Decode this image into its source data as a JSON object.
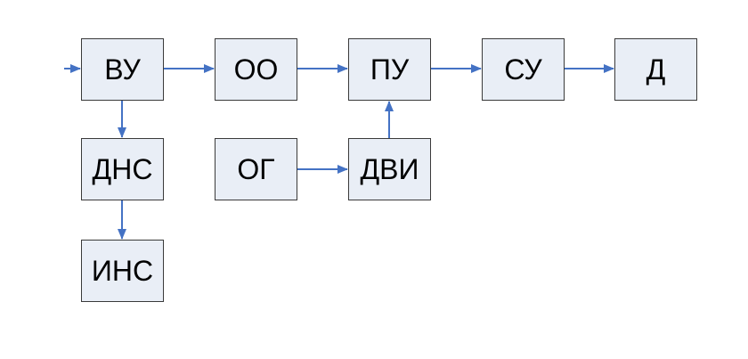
{
  "diagram": {
    "nodes": {
      "vu": "ВУ",
      "oo": "ОО",
      "pu": "ПУ",
      "su": "СУ",
      "d": "Д",
      "dns": "ДНС",
      "og": "ОГ",
      "dvi": "ДВИ",
      "ins": "ИНС"
    },
    "edges": [
      {
        "from": "input",
        "to": "vu"
      },
      {
        "from": "vu",
        "to": "oo"
      },
      {
        "from": "oo",
        "to": "pu"
      },
      {
        "from": "pu",
        "to": "su"
      },
      {
        "from": "su",
        "to": "d"
      },
      {
        "from": "vu",
        "to": "dns"
      },
      {
        "from": "dns",
        "to": "ins"
      },
      {
        "from": "og",
        "to": "dvi"
      },
      {
        "from": "dvi",
        "to": "pu"
      }
    ],
    "colors": {
      "node_fill": "#e9eef6",
      "node_border": "#3a3a3a",
      "arrow": "#4472c4"
    }
  }
}
